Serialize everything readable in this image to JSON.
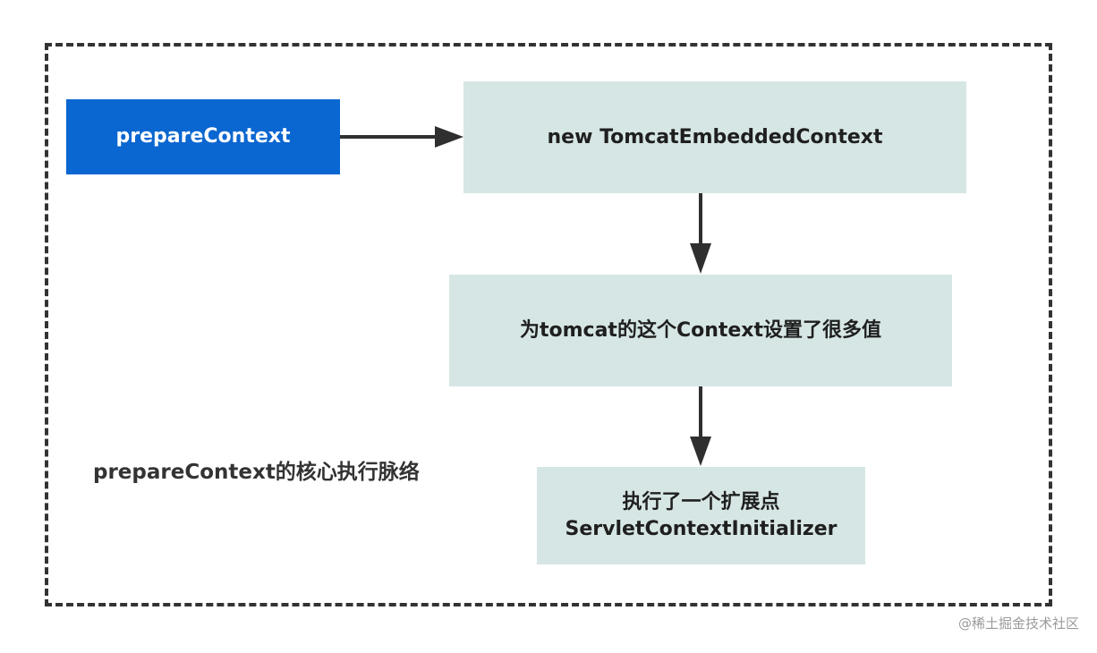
{
  "colors": {
    "primary_box": "#0a66d0",
    "step_box": "#d6e6e4",
    "arrow": "#2f2f2f",
    "frame": "#333333"
  },
  "nodes": {
    "prepare": "prepareContext",
    "new_context": "new TomcatEmbeddedContext",
    "set_values": "为tomcat的这个Context设置了很多值",
    "extension_line1": "执行了一个扩展点",
    "extension_line2": "ServletContextInitializer"
  },
  "caption": "prepareContext的核心执行脉络",
  "watermark": "@稀土掘金技术社区"
}
